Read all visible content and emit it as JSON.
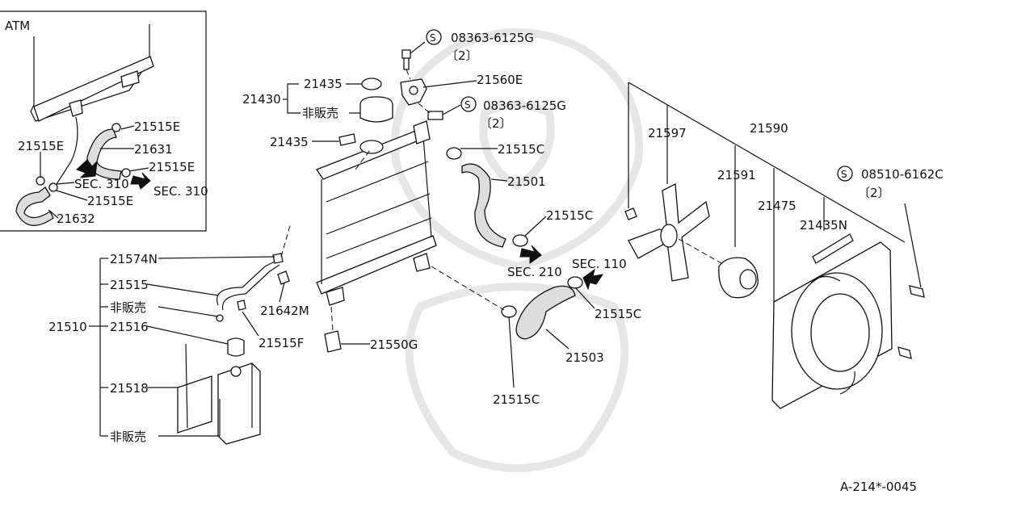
{
  "inset": {
    "title": "ATM"
  },
  "labels": {
    "l_08363_a": "08363-6125G",
    "l_qty_a": "〔2〕",
    "l_21560E": "21560E",
    "l_08363_b": "08363-6125G",
    "l_qty_b": "〔2〕",
    "l_21435_top": "21435",
    "l_21430": "21430",
    "l_hanbai_cap": "非販売",
    "l_21435_mid": "21435",
    "l_21515C_a": "21515C",
    "l_21501": "21501",
    "l_21515C_b": "21515C",
    "l_sec210": "SEC. 210",
    "l_sec110": "SEC. 110",
    "l_21515C_c": "21515C",
    "l_21503": "21503",
    "l_21515C_d": "21515C",
    "l_21550G": "21550G",
    "l_21642M": "21642M",
    "l_21515F": "21515F",
    "l_21574N": "21574N",
    "l_21515": "21515",
    "l_hanbai_1": "非販売",
    "l_21510": "21510",
    "l_21516": "21516",
    "l_21518": "21518",
    "l_hanbai_2": "非販売",
    "l_21515E_1": "21515E",
    "l_21515E_2": "21515E",
    "l_21631": "21631",
    "l_21515E_3": "21515E",
    "l_sec310_a": "SEC. 310",
    "l_sec310_b": "SEC. 310",
    "l_21515E_4": "21515E",
    "l_21632": "21632",
    "l_21597": "21597",
    "l_21590": "21590",
    "l_21591": "21591",
    "l_21475": "21475",
    "l_21435N": "21435N",
    "l_08510": "08510-6162C",
    "l_qty_c": "〔2〕",
    "s_a": "S",
    "s_b": "S",
    "s_c": "S"
  },
  "footer": {
    "code": "A-214*-0045"
  }
}
